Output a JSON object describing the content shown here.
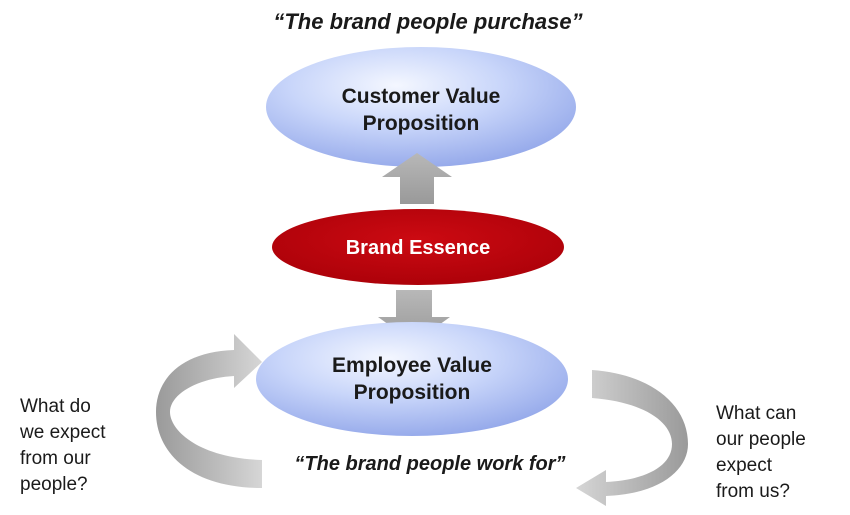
{
  "top_quote": "“The brand people purchase”",
  "customer_value": {
    "line1": "Customer Value",
    "line2": "Proposition"
  },
  "brand_essence": "Brand Essence",
  "employee_value": {
    "line1": "Employee Value",
    "line2": "Proposition"
  },
  "bottom_quote": "“The brand people work for”",
  "left_question": [
    "What do",
    "we expect",
    "from our",
    "people?"
  ],
  "right_question": [
    "What can",
    "our people",
    "expect",
    "from us?"
  ],
  "colors": {
    "ellipse_blue_light": "#eef3ff",
    "ellipse_blue_dark": "#8fa5ea",
    "brand_red": "#c0000a",
    "arrow_gray": "#a6a6a6"
  }
}
